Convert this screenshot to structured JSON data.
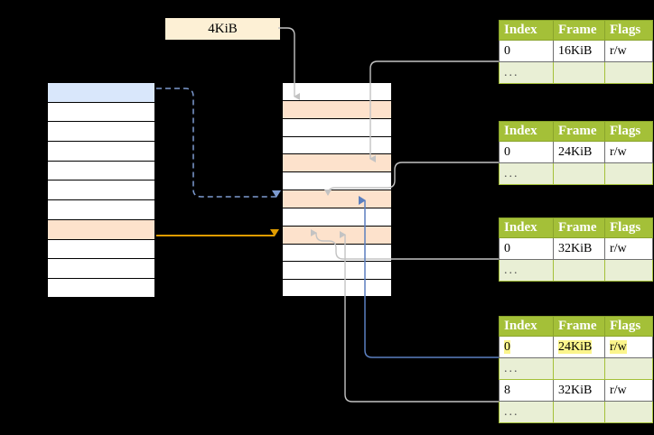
{
  "diagram": {
    "title_label": "4KiB",
    "page_label_box": {
      "text": "4KiB",
      "bg": "#fdf0d5"
    },
    "colors": {
      "header_green": "#a4c038",
      "alt_row_green": "#e9efd5",
      "highlight_yellow": "#fbf58c",
      "peach": "#fde2cc",
      "blue_row": "#d9e7fb",
      "orange_arrow": "#e09c00",
      "blue_arrow": "#5b7fbf",
      "gray_arrow": "#b8b8b8",
      "background": "#000000"
    },
    "left_column": {
      "name": "virtual-address-space",
      "row_count": 11,
      "rows": [
        {
          "fill": "blue"
        },
        {
          "fill": "white"
        },
        {
          "fill": "white"
        },
        {
          "fill": "white"
        },
        {
          "fill": "white"
        },
        {
          "fill": "white"
        },
        {
          "fill": "white"
        },
        {
          "fill": "peach"
        },
        {
          "fill": "white"
        },
        {
          "fill": "white"
        },
        {
          "fill": "white"
        }
      ]
    },
    "middle_column": {
      "name": "physical-memory",
      "row_count": 12,
      "rows": [
        {
          "fill": "white"
        },
        {
          "fill": "peach"
        },
        {
          "fill": "white"
        },
        {
          "fill": "white"
        },
        {
          "fill": "peach"
        },
        {
          "fill": "white"
        },
        {
          "fill": "peach"
        },
        {
          "fill": "white"
        },
        {
          "fill": "peach"
        },
        {
          "fill": "white"
        },
        {
          "fill": "white"
        },
        {
          "fill": "white"
        }
      ]
    },
    "tables": [
      {
        "name": "page-table-1",
        "headers": [
          "Index",
          "Frame",
          "Flags"
        ],
        "rows": [
          {
            "cells": [
              "0",
              "16KiB",
              "r/w"
            ],
            "alt": false,
            "highlight": []
          },
          {
            "cells": [
              "...",
              "",
              ""
            ],
            "alt": true,
            "highlight": []
          }
        ]
      },
      {
        "name": "page-table-2",
        "headers": [
          "Index",
          "Frame",
          "Flags"
        ],
        "rows": [
          {
            "cells": [
              "0",
              "24KiB",
              "r/w"
            ],
            "alt": false,
            "highlight": []
          },
          {
            "cells": [
              "...",
              "",
              ""
            ],
            "alt": true,
            "highlight": []
          }
        ]
      },
      {
        "name": "page-table-3",
        "headers": [
          "Index",
          "Frame",
          "Flags"
        ],
        "rows": [
          {
            "cells": [
              "0",
              "32KiB",
              "r/w"
            ],
            "alt": false,
            "highlight": []
          },
          {
            "cells": [
              "...",
              "",
              ""
            ],
            "alt": true,
            "highlight": []
          }
        ]
      },
      {
        "name": "page-table-4",
        "headers": [
          "Index",
          "Frame",
          "Flags"
        ],
        "rows": [
          {
            "cells": [
              "0",
              "24KiB",
              "r/w"
            ],
            "alt": false,
            "highlight": [
              0,
              1,
              2
            ]
          },
          {
            "cells": [
              "...",
              "",
              ""
            ],
            "alt": true,
            "highlight": []
          },
          {
            "cells": [
              "8",
              "32KiB",
              "r/w"
            ],
            "alt": false,
            "highlight": []
          },
          {
            "cells": [
              "...",
              "",
              ""
            ],
            "alt": true,
            "highlight": []
          }
        ]
      }
    ]
  }
}
